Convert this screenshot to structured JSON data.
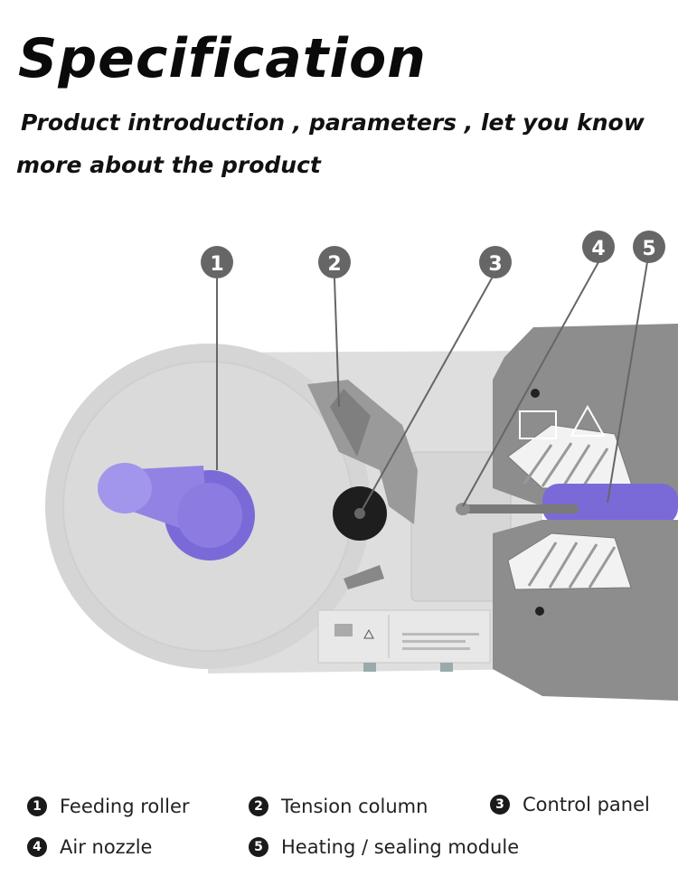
{
  "header": {
    "title": "Specification",
    "subtitle_line1": "Product introduction , parameters , let you know",
    "subtitle_line2": "more about the product"
  },
  "markers": [
    "1",
    "2",
    "3",
    "4",
    "5"
  ],
  "legend": [
    {
      "num": "1",
      "label": "Feeding roller"
    },
    {
      "num": "2",
      "label": "Tension column"
    },
    {
      "num": "3",
      "label": "Control panel"
    },
    {
      "num": "4",
      "label": "Air nozzle"
    },
    {
      "num": "5",
      "label": "Heating / sealing module"
    }
  ],
  "colors": {
    "body": "#dcdcdc",
    "disc": "#d3d3d3",
    "roller": "#8e7fe0",
    "module": "#8a8a8a",
    "marker": "#666666"
  }
}
